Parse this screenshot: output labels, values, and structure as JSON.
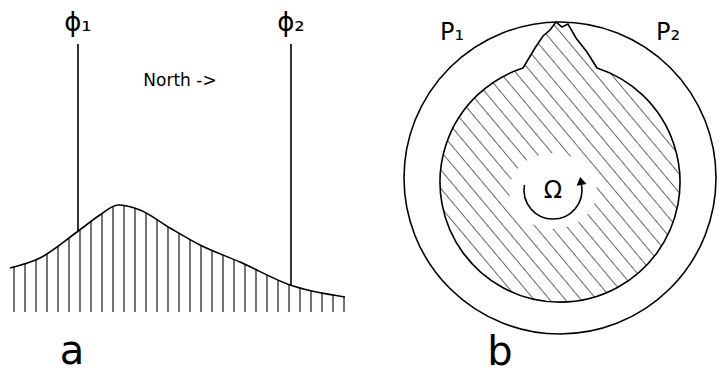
{
  "diagram": {
    "labels": [
      "ϕ₁",
      "ϕ₂",
      "North ->",
      "a",
      "P₁",
      "P₂",
      "Ω",
      "b"
    ]
  }
}
